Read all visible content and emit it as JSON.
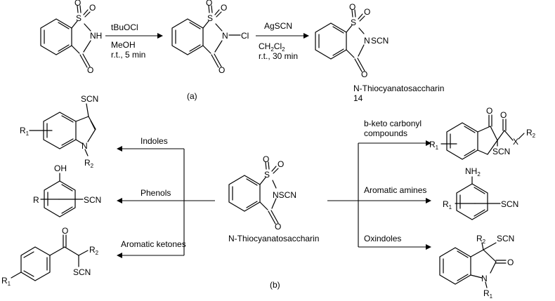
{
  "part_a": {
    "step1": {
      "reagent": "tBuOCl",
      "solvent": "MeOH",
      "conditions": "r.t., 5 min"
    },
    "step2": {
      "reagent": "AgSCN",
      "solvent_main": "CH",
      "solvent_sub1": "2",
      "solvent_cl": "Cl",
      "solvent_sub2": "2",
      "conditions": "r.t., 30 min"
    },
    "reactant_nh": "NH",
    "intermediate_ncl": "N",
    "intermediate_cl": "Cl",
    "product_n": "N",
    "product_scn": "SCN",
    "product_name": "N-Thiocyanatosaccharin",
    "product_number": "14",
    "label": "(a)"
  },
  "part_b": {
    "label": "(b)",
    "center_name": "N-Thiocyanatosaccharin",
    "center_nscn": "NSCN",
    "left_branches": [
      "Indoles",
      "Phenols",
      "Aromatic ketones"
    ],
    "right_branches": [
      "b-keto carbonyl\ncompounds",
      "Aromatic amines",
      "Oxindoles"
    ],
    "right_branch1_line1": "b-keto carbonyl",
    "right_branch1_line2": "compounds",
    "atoms": {
      "S": "S",
      "O": "O",
      "N": "N",
      "SCN": "SCN",
      "OH": "OH",
      "NH": "NH",
      "NH_sub": "2",
      "R": "R",
      "R1": "R",
      "R1_sub": "1",
      "R2": "R",
      "R2_sub": "2",
      "X": "X"
    }
  }
}
